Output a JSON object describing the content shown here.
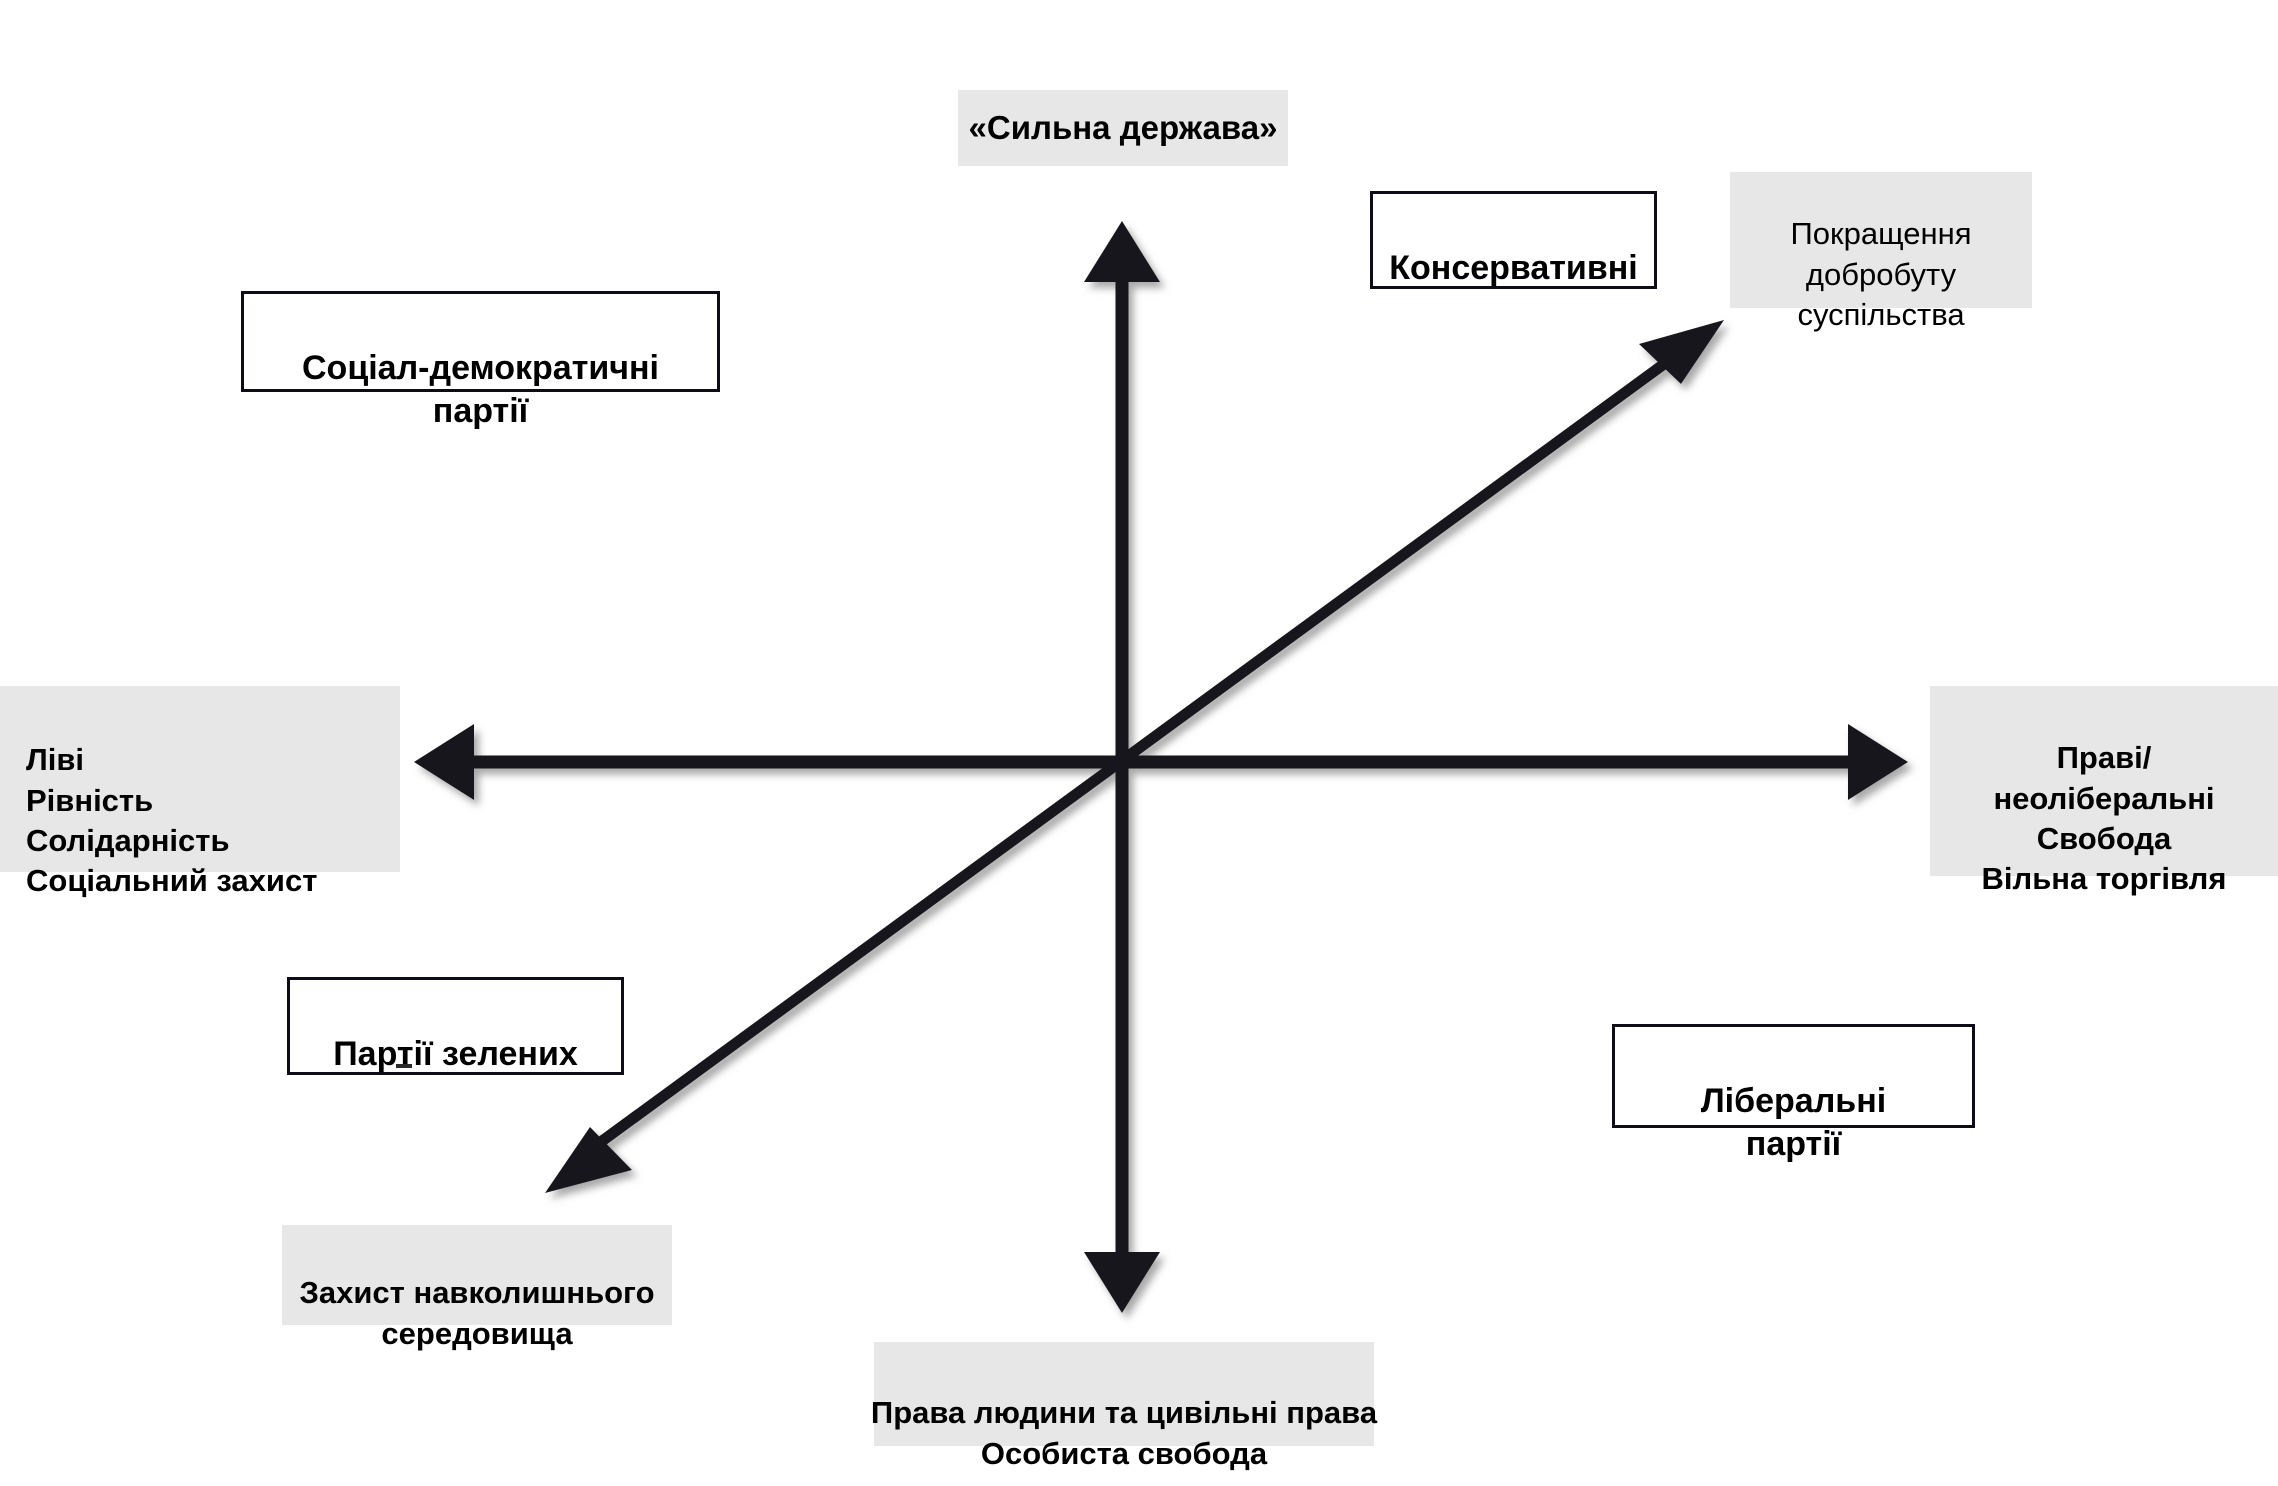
{
  "diagram": {
    "title": "Political compass of party families",
    "background_color": "#ffffff",
    "label_background_color": "#e7e7e7",
    "line_color": "#0d0d18",
    "box_border_color": "#0d0d18"
  },
  "axes": [
    {
      "name": "vertical-axis",
      "orientation": "vertical",
      "top_label": "«Сильна держава»",
      "bottom_label": "Права людини та цивільні права\nОсобиста свобода"
    },
    {
      "name": "horizontal-axis",
      "orientation": "horizontal",
      "left_label": "Ліві\nРівність\nСолідарність\nСоціальний захист",
      "right_label": "Праві/\nнеоліберальні\nСвобода\nВільна торгівля"
    },
    {
      "name": "diagonal-axis",
      "orientation": "diagonal",
      "upper_right_label": "Покращення\nдобробуту\nсуспільства",
      "lower_left_label": "Захист навколишнього\nсередовища"
    }
  ],
  "pole_labels": {
    "top": "«Сильна держава»",
    "bottom": "Права людини та цивільні права\nОсобиста свобода",
    "left": "Ліві\nРівність\nСолідарність\nСоціальний захист",
    "right": "Праві/\nнеоліберальні\nСвобода\nВільна торгівля",
    "upper_right_diagonal": "Покращення\nдобробуту\nсуспільства",
    "lower_left_diagonal": "Захист навколишнього\nсередовища"
  },
  "party_boxes": [
    {
      "id": "social-democratic",
      "label": "Соціал-демократичні\nпартії",
      "quadrant": "upper-left"
    },
    {
      "id": "conservative",
      "label": "Консервативні",
      "quadrant": "upper-right"
    },
    {
      "id": "green",
      "label": "Партії зелених",
      "quadrant": "lower-left"
    },
    {
      "id": "liberal",
      "label": "Ліберальні\nпартії",
      "quadrant": "lower-right"
    }
  ]
}
